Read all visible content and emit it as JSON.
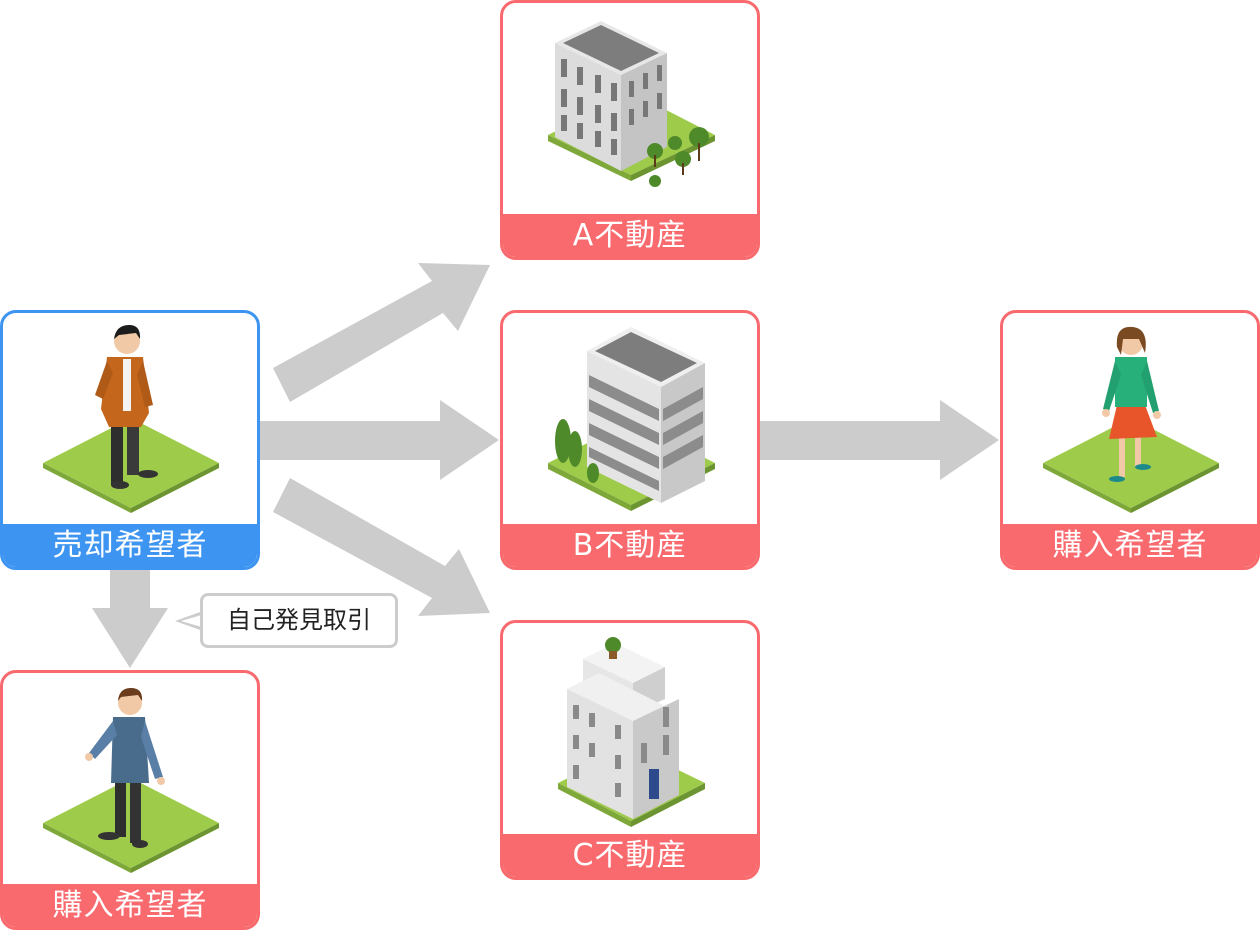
{
  "nodes": {
    "seller": {
      "label": "売却希望者"
    },
    "buyer_direct": {
      "label": "購入希望者"
    },
    "agency_a": {
      "label": "A不動産"
    },
    "agency_b": {
      "label": "B不動産"
    },
    "agency_c": {
      "label": "C不動産"
    },
    "buyer_b": {
      "label": "購入希望者"
    }
  },
  "callout": {
    "text": "自己発見取引"
  },
  "colors": {
    "seller_accent": "#3d95f1",
    "node_accent": "#f86a6d",
    "arrow": "#cccccc",
    "grass": "#9fcb4b"
  },
  "icons": [
    "seller-person-icon",
    "buyer-person-icon",
    "woman-buyer-icon",
    "building-a-icon",
    "building-b-icon",
    "building-c-icon"
  ]
}
